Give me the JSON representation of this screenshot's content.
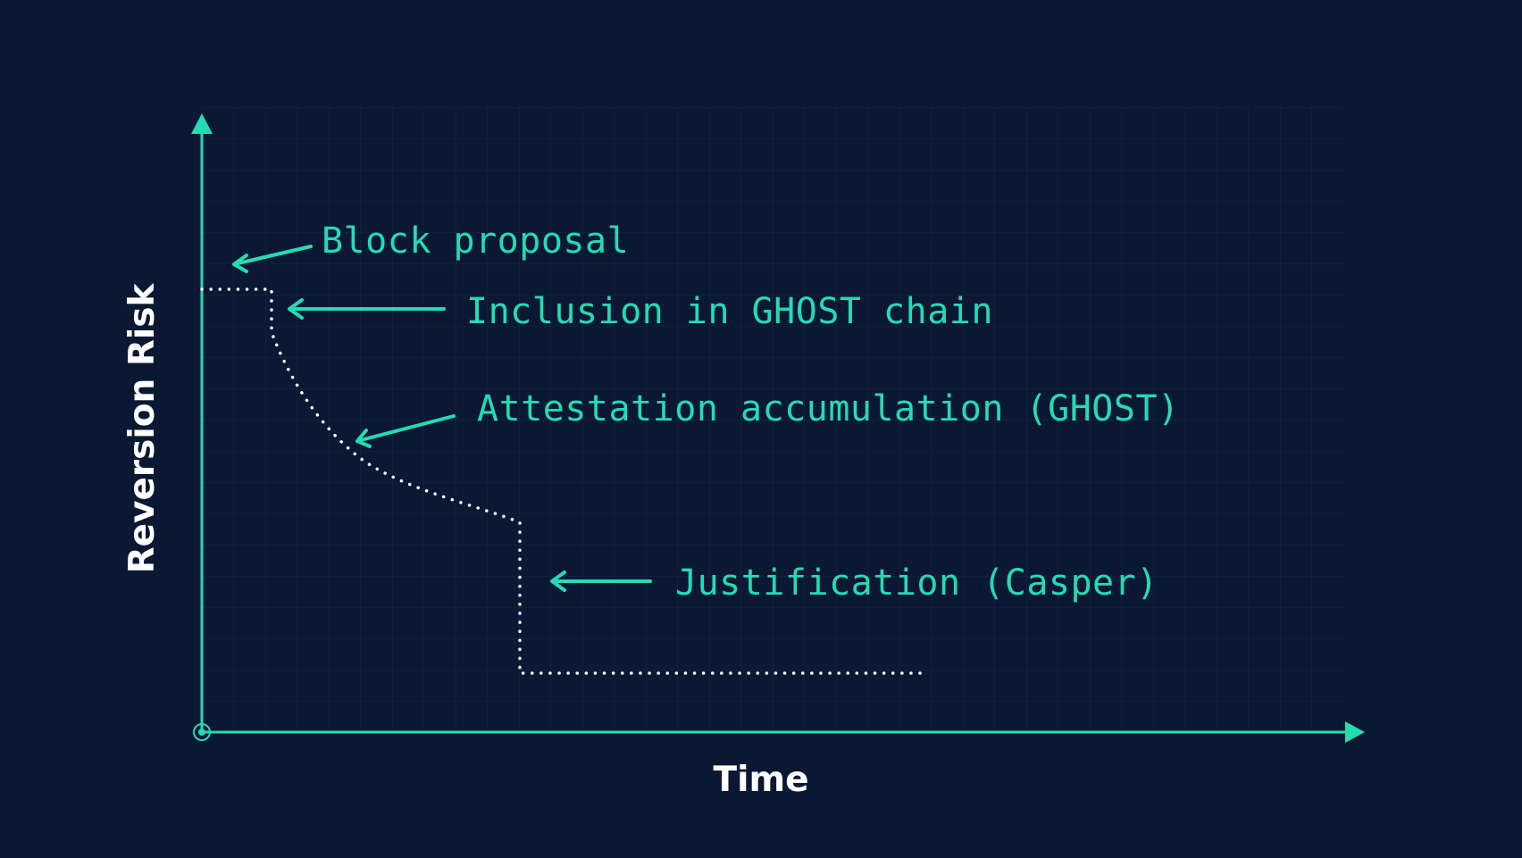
{
  "colors": {
    "background": "#0b1834",
    "accent": "#23dcb4",
    "curve": "#ffffff",
    "grid": "#1a2a48"
  },
  "axes": {
    "x_label": "Time",
    "y_label": "Reversion Risk"
  },
  "annotations": [
    {
      "id": "block-proposal",
      "label": "Block proposal"
    },
    {
      "id": "ghost-inclusion",
      "label": "Inclusion in GHOST chain"
    },
    {
      "id": "attestation",
      "label": "Attestation accumulation (GHOST)"
    },
    {
      "id": "justification",
      "label": "Justification (Casper)"
    }
  ]
}
